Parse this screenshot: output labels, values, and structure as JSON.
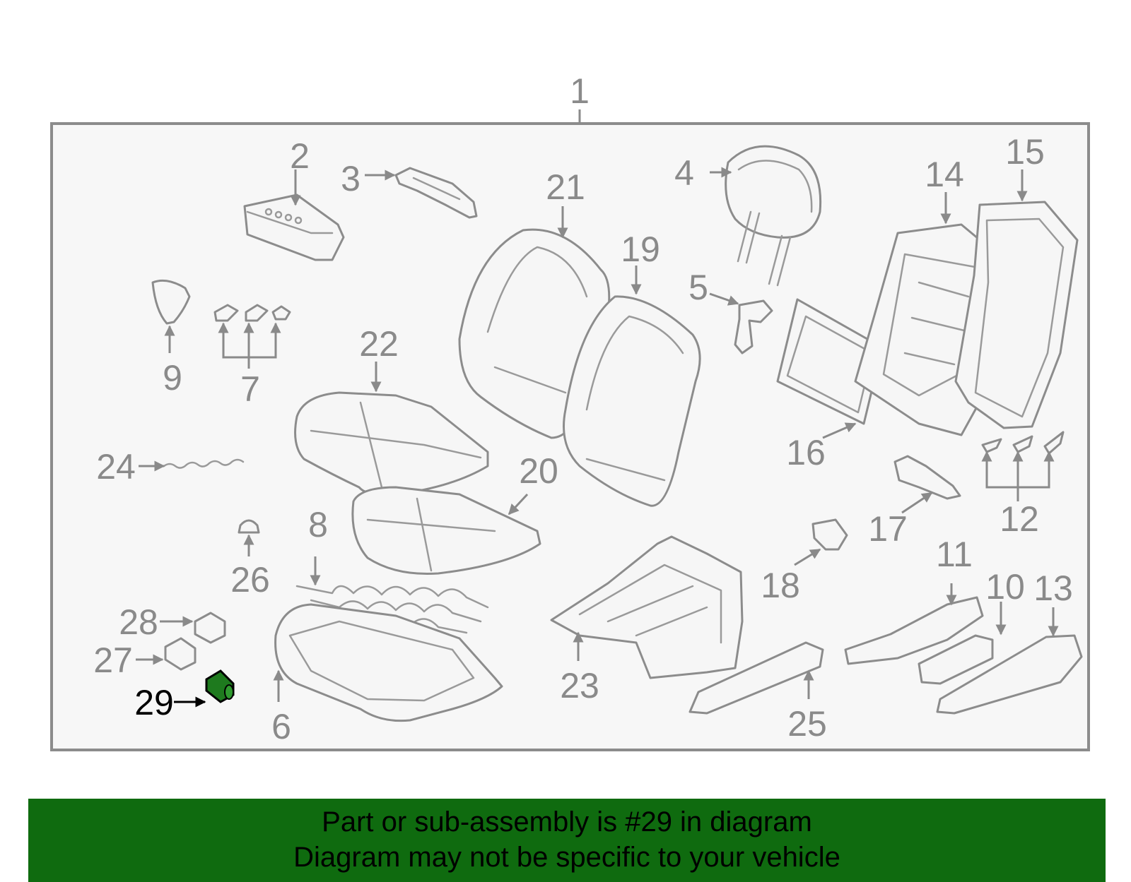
{
  "diagram": {
    "highlight_color": "#1e7a1e",
    "frame_color": "#8c8c8c",
    "highlighted_part": "29",
    "callouts": [
      {
        "id": "1",
        "label": "1"
      },
      {
        "id": "2",
        "label": "2"
      },
      {
        "id": "3",
        "label": "3"
      },
      {
        "id": "4",
        "label": "4"
      },
      {
        "id": "5",
        "label": "5"
      },
      {
        "id": "6",
        "label": "6"
      },
      {
        "id": "7",
        "label": "7"
      },
      {
        "id": "8",
        "label": "8"
      },
      {
        "id": "9",
        "label": "9"
      },
      {
        "id": "10",
        "label": "10"
      },
      {
        "id": "11",
        "label": "11"
      },
      {
        "id": "12",
        "label": "12"
      },
      {
        "id": "13",
        "label": "13"
      },
      {
        "id": "14",
        "label": "14"
      },
      {
        "id": "15",
        "label": "15"
      },
      {
        "id": "16",
        "label": "16"
      },
      {
        "id": "17",
        "label": "17"
      },
      {
        "id": "18",
        "label": "18"
      },
      {
        "id": "19",
        "label": "19"
      },
      {
        "id": "20",
        "label": "20"
      },
      {
        "id": "21",
        "label": "21"
      },
      {
        "id": "22",
        "label": "22"
      },
      {
        "id": "23",
        "label": "23"
      },
      {
        "id": "24",
        "label": "24"
      },
      {
        "id": "25",
        "label": "25"
      },
      {
        "id": "26",
        "label": "26"
      },
      {
        "id": "27",
        "label": "27"
      },
      {
        "id": "28",
        "label": "28"
      },
      {
        "id": "29",
        "label": "29"
      }
    ]
  },
  "banner": {
    "background": "#0f6b0f",
    "line1": "Part or sub-assembly is #29 in diagram",
    "line2": "Diagram may not be specific to your vehicle"
  }
}
